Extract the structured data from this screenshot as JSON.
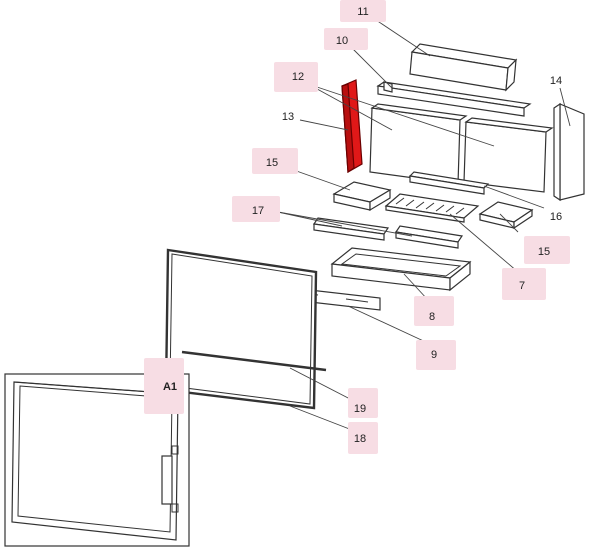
{
  "colors": {
    "label_bg": "#f7dde4",
    "highlight_part": "#e01818",
    "line": "#333333"
  },
  "labels": {
    "p11": "11",
    "p10": "10",
    "p12": "12",
    "p13": "13",
    "p14": "14",
    "p15a": "15",
    "p15b": "15",
    "p16": "16",
    "p17": "17",
    "p7": "7",
    "p8": "8",
    "p9": "9",
    "p19": "19",
    "p18": "18",
    "a1": "A1"
  }
}
